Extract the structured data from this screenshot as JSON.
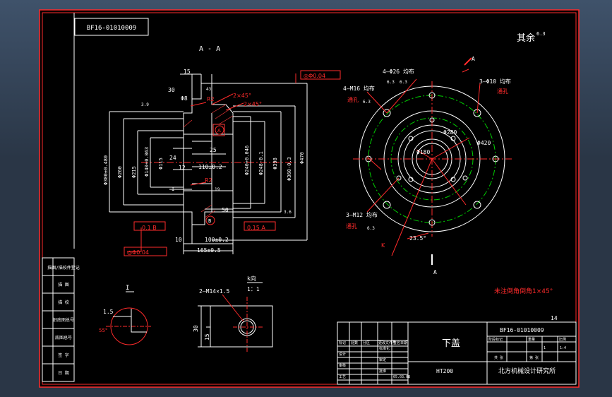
{
  "drawing": {
    "drawing_number_top": "BF16-01010009",
    "roughness_note": "其余",
    "roughness_value": "6.3",
    "section_label": "A - A",
    "section_mark_a": "A",
    "view_k_label": "K",
    "view_k_title": "k向",
    "view_k_scale": "1：1",
    "view_i_title": "I",
    "note": "未注倒角倒角1×45°",
    "page_index": "14"
  },
  "dimensions": {
    "d15": "15",
    "d30": "30",
    "d43": "43",
    "d8": "Φ8",
    "d2x45a": "2×45°",
    "d2x45b": "2×45°",
    "r2a": "R2",
    "r2b": "R2",
    "d39": "3.9",
    "d36": "3.6",
    "d25": "25",
    "d24": "24",
    "d12": "12",
    "d10": "10",
    "d110": "110±0.2",
    "d19": "19",
    "d50": "50",
    "d100": "100±0.2",
    "d165": "165±0.5",
    "d300": "Φ300±0.480",
    "d260": "Φ260",
    "d215": "Φ215",
    "d140": "Φ140+0.063",
    "d115": "Φ115",
    "d240": "Φ240+0.046",
    "d2488": "Φ248-0.1",
    "d398": "Φ398",
    "d3605": "Φ360-0.3",
    "d470": "Φ470",
    "tol_top": "◎Φ0.04",
    "tol_flat": "0.1  B",
    "tol_runout": "0.15  A",
    "tol_bottom": "◎Φ0.04",
    "datum_a": "A",
    "datum_b": "B",
    "view_i": "I",
    "holes_26": "4—Φ26 均布",
    "holes_10": "3—Φ10 均布",
    "through_a": "通孔",
    "m16": "4—M16 均布",
    "through_b": "通孔",
    "m12": "3—M12 均布",
    "through_c": "通孔",
    "d420": "Φ420",
    "d280": "Φ280",
    "d180": "Φ180",
    "ang235": "23.5°",
    "v63a": "6.3",
    "v63b": "6.3",
    "v63c": "6.3",
    "v63d": "6.3",
    "d15b": "1.5",
    "ang55": "55°",
    "m14": "2—M14×1.5",
    "d30b": "30",
    "d15c": "15"
  },
  "side_labels": [
    "描图/描校件登记",
    "描  图",
    "描  校",
    "旧底图总号",
    "底图总号",
    "签  字",
    "日  期"
  ],
  "title_block": {
    "drawing_number": "BF16-01010009",
    "part_name": "下盖",
    "material": "HT200",
    "institute": "北方机械设计研究所",
    "header_cells": [
      "标记",
      "处数",
      "分区",
      "更改文件号",
      "签名",
      "日期"
    ],
    "row_labels": [
      "设计",
      "审核",
      "工艺"
    ],
    "row_extras": [
      "标准化",
      "审定",
      "批准"
    ],
    "right_headers": [
      "阶段标记",
      "重量",
      "比例"
    ],
    "scale": "1:4",
    "sheet_info": [
      "共 张",
      "第 张"
    ],
    "date_value": "05.03.08",
    "small_box": "1"
  }
}
